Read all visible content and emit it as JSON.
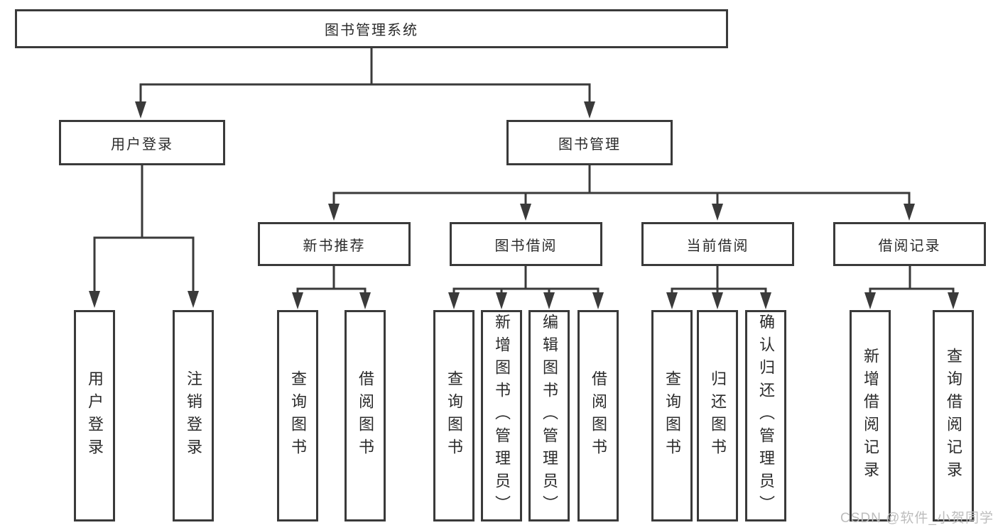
{
  "diagram": {
    "root": {
      "label": "图书管理系统"
    },
    "branches": [
      {
        "label": "用户登录",
        "children": [
          {
            "label": "用户登录"
          },
          {
            "label": "注销登录"
          }
        ]
      },
      {
        "label": "图书管理",
        "groups": [
          {
            "label": "新书推荐",
            "children": [
              {
                "label": "查询图书"
              },
              {
                "label": "借阅图书"
              }
            ]
          },
          {
            "label": "图书借阅",
            "children": [
              {
                "label": "查询图书"
              },
              {
                "label": "新增图书（管理员）"
              },
              {
                "label": "编辑图书（管理员）"
              },
              {
                "label": "借阅图书"
              }
            ]
          },
          {
            "label": "当前借阅",
            "children": [
              {
                "label": "查询图书"
              },
              {
                "label": "归还图书"
              },
              {
                "label": "确认归还（管理员）"
              }
            ]
          },
          {
            "label": "借阅记录",
            "children": [
              {
                "label": "新增借阅记录"
              },
              {
                "label": "查询借阅记录"
              }
            ]
          }
        ]
      }
    ]
  },
  "watermark": {
    "text": "CSDN @软件_小贺同学"
  },
  "colors": {
    "line": "#3a3a3a",
    "box_border": "#3a3a3a",
    "text": "#2b2b2b",
    "watermark": "#bdbdbd",
    "background": "#ffffff"
  }
}
